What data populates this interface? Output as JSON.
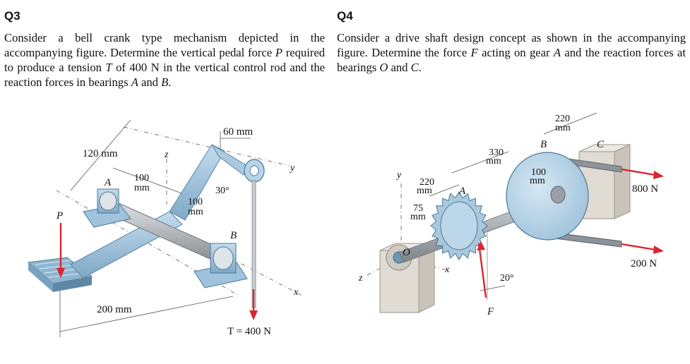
{
  "q3": {
    "title": "Q3",
    "text": {
      "s1": "Consider a bell crank type mechanism depicted in the accompanying figure. Determine the vertical pedal force ",
      "var_p": "P",
      "s2": " required to produce a tension ",
      "var_t": "T",
      "s3": " of 400 N in the vertical control rod and the reaction forces in bearings ",
      "var_a": "A",
      "s4": " and ",
      "var_b": "B",
      "s5": "."
    },
    "figure": {
      "dim_120": "120 mm",
      "dim_60": "60 mm",
      "dim_100_num": "100",
      "dim_100_unit": "mm",
      "dim_100b_num": "100",
      "dim_100b_unit": "mm",
      "angle": "30°",
      "dim_200": "200 mm",
      "label_a": "A",
      "label_b": "B",
      "label_p": "P",
      "axis_z": "z",
      "axis_y": "y",
      "axis_x": "x",
      "tension": "T = 400 N"
    }
  },
  "q4": {
    "title": "Q4",
    "text": {
      "s1": "Consider a drive shaft design concept as shown in the accompanying figure. Determine the force ",
      "var_f": "F",
      "s2": " acting on gear ",
      "var_a": "A",
      "s3": " and the reaction forces at bearings ",
      "var_o": "O",
      "s4": " and ",
      "var_c": "C",
      "s5": "."
    },
    "figure": {
      "dim_220_top_num": "220",
      "dim_220_top_unit": "mm",
      "dim_330_num": "330",
      "dim_330_unit": "mm",
      "dim_100_num": "100",
      "dim_100_unit": "mm",
      "dim_220_num": "220",
      "dim_220_unit": "mm",
      "dim_75_num": "75",
      "dim_75_unit": "mm",
      "label_b": "B",
      "label_c": "C",
      "label_a": "A",
      "label_o": "O",
      "label_f": "F",
      "axis_y": "y",
      "axis_z": "z",
      "axis_x": "x",
      "angle": "20°",
      "force_800": "800 N",
      "force_200": "200 N"
    }
  },
  "colors": {
    "steel_blue": "#9fc3dc",
    "steel_dark": "#6d97b6",
    "shaft_gray": "#b8bcc0",
    "force_red": "#d9262f",
    "base_gray": "#d9d4cc"
  }
}
